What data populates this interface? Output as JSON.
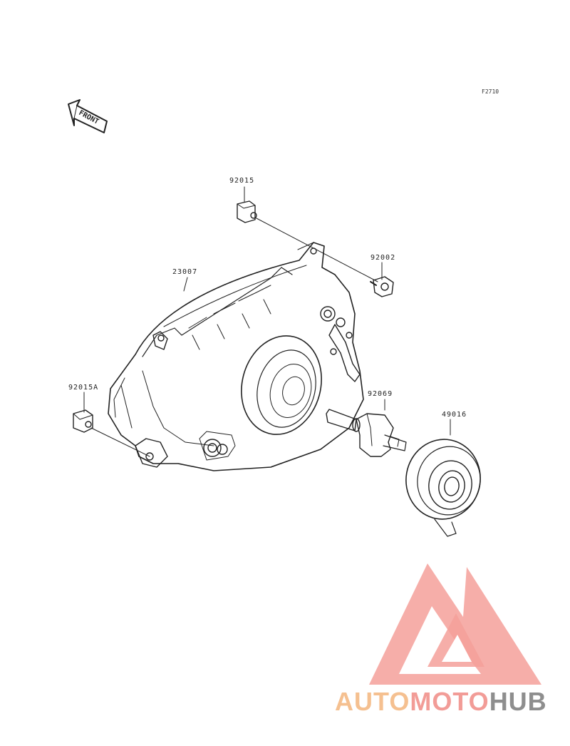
{
  "figure_ref": "F2710",
  "front_arrow_text": "FRONT",
  "parts": [
    {
      "number": "92015"
    },
    {
      "number": "92002"
    },
    {
      "number": "23007"
    },
    {
      "number": "92015A"
    },
    {
      "number": "92069"
    },
    {
      "number": "49016"
    }
  ],
  "watermark": {
    "part1": "AUTO",
    "part2": "MOTO",
    "part3": "HUB",
    "colors": {
      "part1": "#f5c090",
      "part2": "#f29c97",
      "part3": "#8e8e8e",
      "logo": "#f4a09a"
    }
  }
}
